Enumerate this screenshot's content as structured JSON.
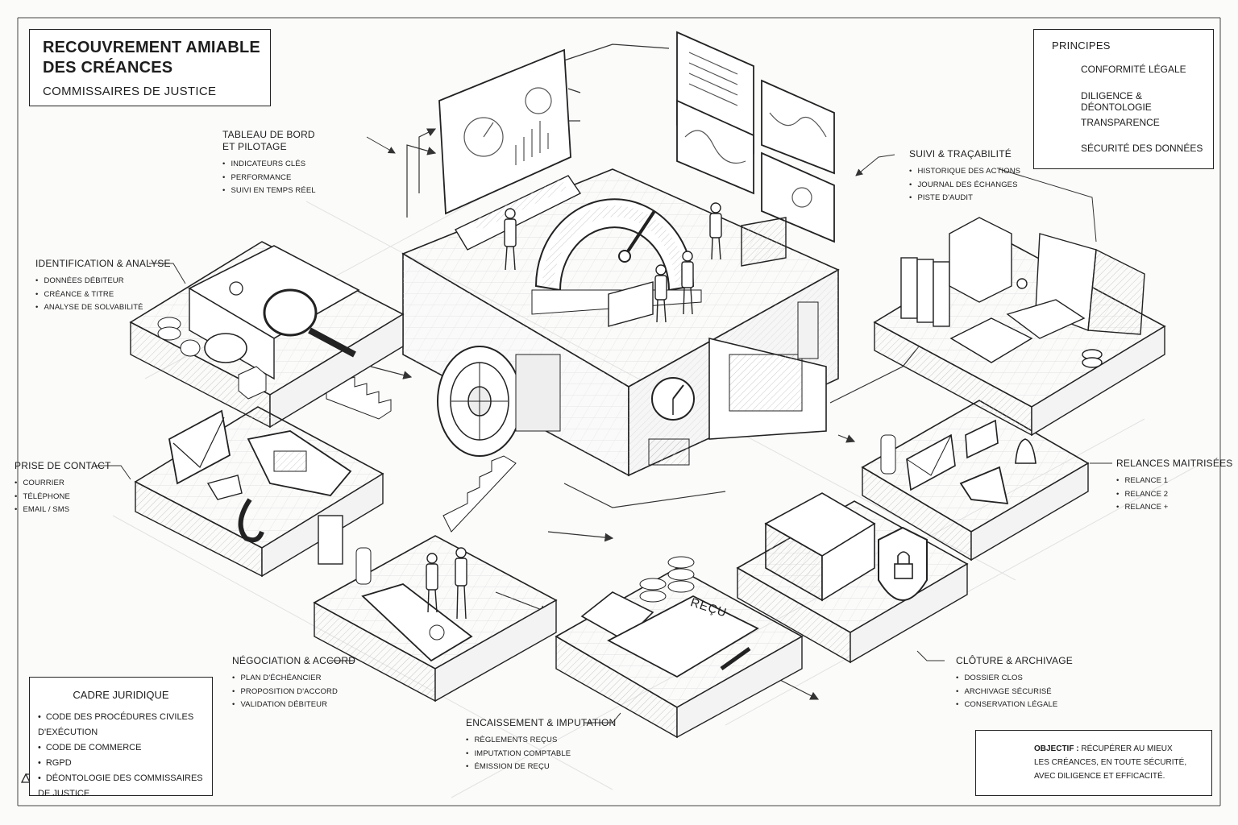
{
  "title": {
    "line1": "RECOUVREMENT AMIABLE",
    "line2": "DES CRÉANCES",
    "subtitle": "COMMISSAIRES DE JUSTICE"
  },
  "principes": {
    "heading": "PRINCIPES",
    "items": [
      {
        "label": "CONFORMITÉ LÉGALE",
        "icon": "scales-icon"
      },
      {
        "label": "DILIGENCE & DÉONTOLOGIE",
        "icon": "person-icon"
      },
      {
        "label": "TRANSPARENCE",
        "icon": "document-icon"
      },
      {
        "label": "SÉCURITÉ DES DONNÉES",
        "icon": "lock-icon"
      }
    ]
  },
  "modules": {
    "tableau": {
      "title1": "TABLEAU DE BORD",
      "title2": "ET PILOTAGE",
      "items": [
        "INDICATEURS CLÉS",
        "PERFORMANCE",
        "SUIVI EN TEMPS RÉEL"
      ]
    },
    "identification": {
      "title": "IDENTIFICATION & ANALYSE",
      "items": [
        "DONNÉES DÉBITEUR",
        "CRÉANCE & TITRE",
        "ANALYSE DE SOLVABILITÉ"
      ]
    },
    "contact": {
      "title": "PRISE DE CONTACT",
      "items": [
        "COURRIER",
        "TÉLÉPHONE",
        "EMAIL / SMS"
      ]
    },
    "negociation": {
      "title": "NÉGOCIATION & ACCORD",
      "items": [
        "PLAN D'ÉCHÉANCIER",
        "PROPOSITION D'ACCORD",
        "VALIDATION DÉBITEUR"
      ]
    },
    "encaissement": {
      "title": "ENCAISSEMENT & IMPUTATION",
      "items": [
        "RÈGLEMENTS REÇUS",
        "IMPUTATION COMPTABLE",
        "ÉMISSION DE REÇU"
      ]
    },
    "cloture": {
      "title": "CLÔTURE & ARCHIVAGE",
      "items": [
        "DOSSIER CLOS",
        "ARCHIVAGE SÉCURISÉ",
        "CONSERVATION LÉGALE"
      ]
    },
    "relances": {
      "title": "RELANCES MAITRISÉES",
      "items": [
        "RELANCE 1",
        "RELANCE 2",
        "RELANCE +"
      ]
    },
    "suivi": {
      "title": "SUIVI & TRAÇABILITÉ",
      "items": [
        "HISTORIQUE DES ACTIONS",
        "JOURNAL DES ÉCHANGES",
        "PISTE D'AUDIT"
      ]
    }
  },
  "cadre": {
    "heading": "CADRE JURIDIQUE",
    "items": [
      "CODE DES PROCÉDURES CIVILES D'EXÉCUTION",
      "CODE DE COMMERCE",
      "RGPD",
      "DÉONTOLOGIE DES COMMISSAIRES DE JUSTICE"
    ]
  },
  "objectif": {
    "bold": "OBJECTIF :",
    "line1": " RÉCUPÉRER AU MIEUX",
    "line2": "LES CRÉANCES, EN TOUTE SÉCURITÉ,",
    "line3": "AVEC DILIGENCE ET EFFICACITÉ."
  },
  "recu": "REÇU"
}
